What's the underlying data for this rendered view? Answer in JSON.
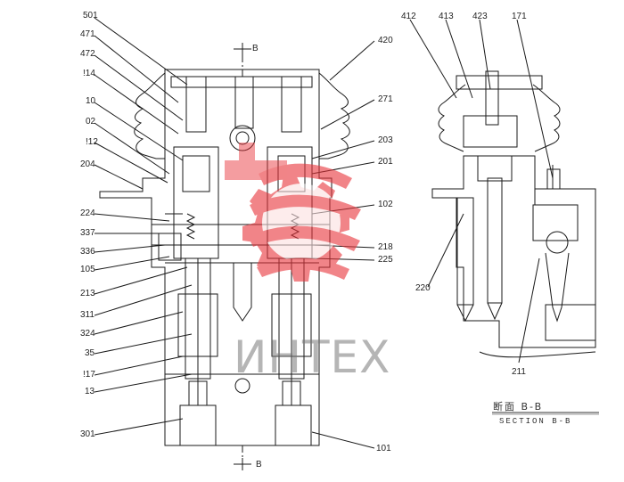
{
  "diagram": {
    "section_marker_top": "B",
    "section_marker_bottom": "B",
    "caption_cn": "断面 B-B",
    "caption_en": "SECTION B-B",
    "watermark": "ИНТЕХ",
    "labels_left": [
      "501",
      "471",
      "472",
      "!14",
      "10",
      "02",
      "!12",
      "204",
      "224",
      "337",
      "336",
      "105",
      "213",
      "311",
      "324",
      "35",
      "!17",
      "13",
      "301"
    ],
    "labels_right_main": [
      "420",
      "271",
      "203",
      "201",
      "102",
      "218",
      "225",
      "101"
    ],
    "labels_top_right": [
      "412",
      "413",
      "423",
      "171"
    ],
    "label_220": "220",
    "label_211": "211",
    "colors": {
      "line": "#1a1a1a",
      "watermark_red": "#e8343a",
      "watermark_gray": "#8a8a8a"
    }
  }
}
